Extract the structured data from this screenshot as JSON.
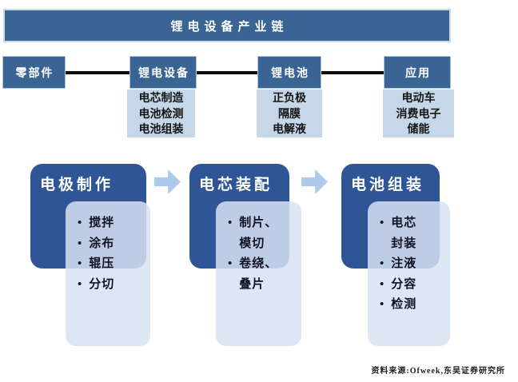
{
  "header": {
    "title": "锂电设备产业链"
  },
  "colors": {
    "header_blue": "#3A6493",
    "chain_node_blue": "#3A6493",
    "chain_sub_light_blue": "#C7D7EA",
    "process_dark_blue": "#2F5597",
    "process_light_blue": "#D7E3F2",
    "arrow_blue": "#AEC9EA",
    "connector_black": "#0B0B0B"
  },
  "chain": {
    "nodes": [
      {
        "label": "零部件"
      },
      {
        "label": "锂电设备",
        "items": [
          "电芯制造",
          "电池检测",
          "电池组装"
        ]
      },
      {
        "label": "锂电池",
        "items": [
          "正负极",
          "隔膜",
          "电解液"
        ]
      },
      {
        "label": "应用",
        "items": [
          "电动车",
          "消费电子",
          "储能"
        ]
      }
    ]
  },
  "process": {
    "bullet_char": "•",
    "steps": [
      {
        "title": "电极制作",
        "bullets": [
          "搅拌",
          "涂布",
          "辊压",
          "分切"
        ]
      },
      {
        "title": "电芯装配",
        "bullets": [
          "制片、\n模切",
          "卷绕、\n叠片"
        ]
      },
      {
        "title": "电池组装",
        "bullets": [
          "电芯\n封装",
          "注液",
          "分容",
          "检测"
        ]
      }
    ]
  },
  "footer": {
    "source": "资料来源:Ofweek,东吴证券研究所"
  }
}
